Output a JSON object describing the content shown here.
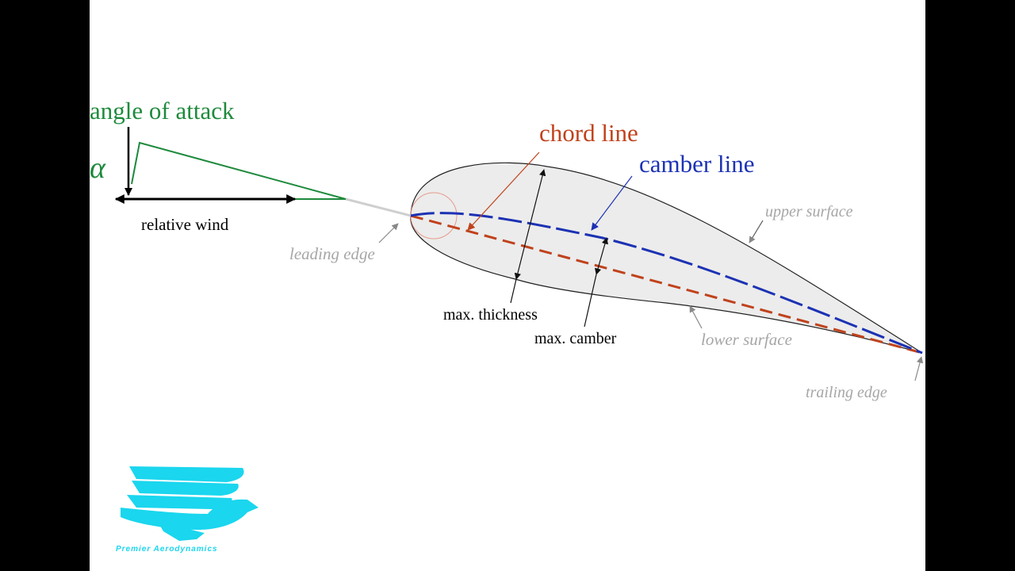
{
  "labels": {
    "angle_of_attack": "angle of attack",
    "alpha": "α",
    "relative_wind": "relative wind",
    "chord_line": "chord line",
    "camber_line": "camber line",
    "upper_surface": "upper surface",
    "lower_surface": "lower surface",
    "leading_edge": "leading edge",
    "trailing_edge": "trailing edge",
    "max_thickness": "max. thickness",
    "max_camber": "max. camber"
  },
  "logo": {
    "text": "Premier Aerodynamics"
  },
  "colors": {
    "angle_green": "#1e8a3c",
    "chord_red": "#c0421c",
    "camber_blue": "#1c32b4",
    "gray_label": "#a6a6a6",
    "airfoil_fill": "#ececec",
    "logo_cyan": "#1ad6ee"
  },
  "icons": {
    "logo": "eagle-logo-icon"
  }
}
